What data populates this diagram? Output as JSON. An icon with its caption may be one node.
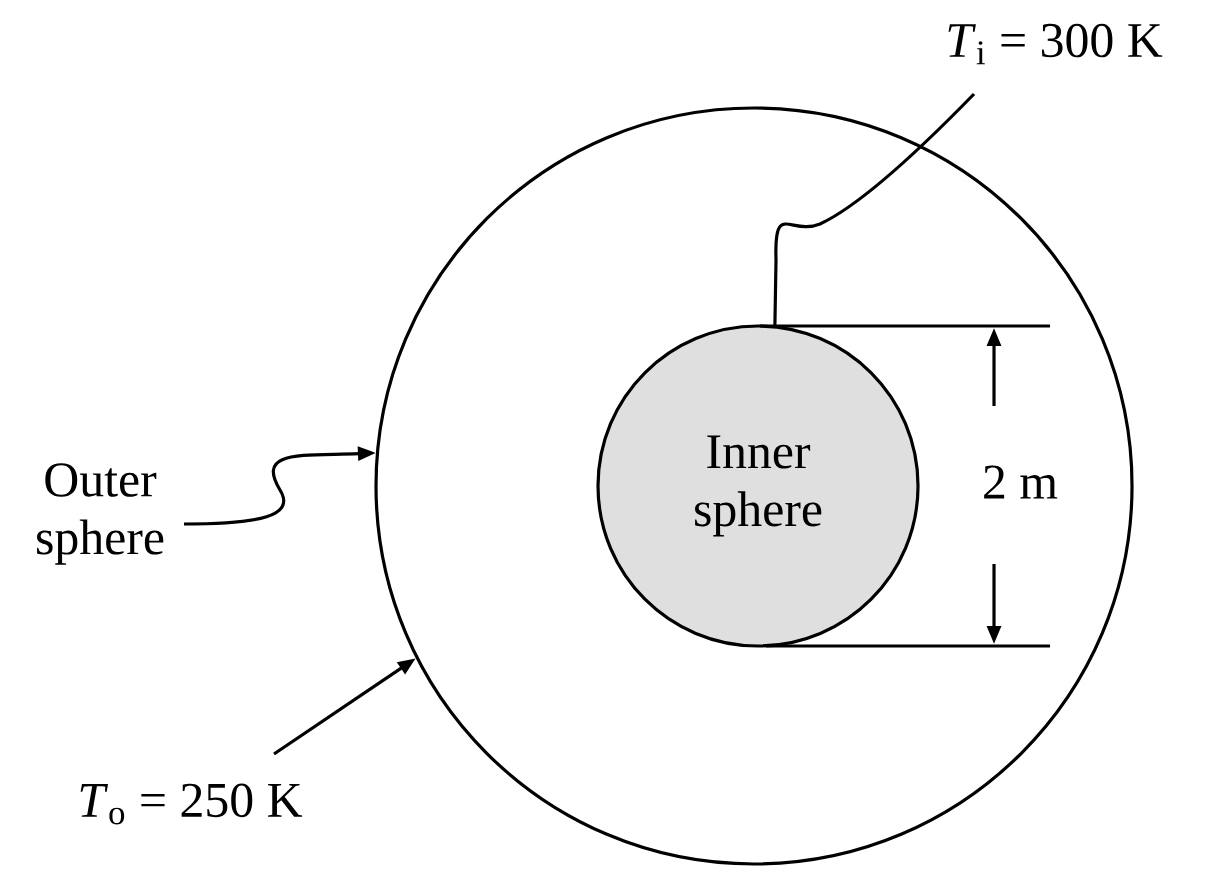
{
  "diagram": {
    "nodes": [
      {
        "text": [],
        "shape": "circle"
      },
      {
        "text": [
          "Inner sphere"
        ],
        "in": 0
      },
      {
        "text": [
          "*T*$_{i}$ = 300 K"
        ]
      },
      {
        "text": [
          "Outer sphere"
        ]
      },
      {
        "text": [
          "*T*$_{o}$ = 250 K"
        ]
      }
    ],
    "edges": [
      {
        "from": 2,
        "to": 1,
        "arrow": "none"
      },
      {
        "from": 3,
        "to": 0,
        "arrow": "to"
      },
      {
        "from": 4,
        "to": 0,
        "arrow": "to"
      }
    ],
    "labels": [
      "2 m"
    ]
  }
}
